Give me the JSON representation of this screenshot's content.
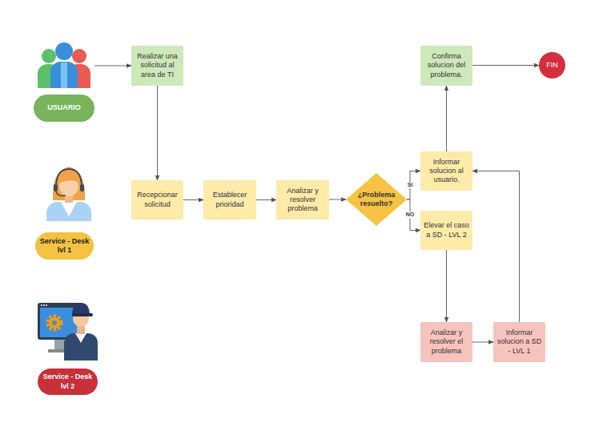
{
  "diagram": {
    "nodes": [
      {
        "text": [
          "USUARIO"
        ]
      },
      {
        "text": [
          "Realizar una solicitud al area de TI"
        ]
      },
      {
        "text": [
          "Confirma solucion del problema."
        ]
      },
      {
        "text": [
          "FIN"
        ]
      },
      {
        "text": [
          "Service - Desk lvl 1"
        ]
      },
      {
        "text": [
          "Recepcionar solicitud"
        ]
      },
      {
        "text": [
          "Establecer prioridad"
        ]
      },
      {
        "text": [
          "Analizar y resolver problema"
        ]
      },
      {
        "text": [
          "¿Problema resuelto?"
        ]
      },
      {
        "text": [
          "Informar solucion al usuario."
        ]
      },
      {
        "text": [
          "Elevar el caso a SD - LVL 2"
        ]
      },
      {
        "text": [
          "Service - Desk lvl 2"
        ]
      },
      {
        "text": [
          "Analizar y resolver el problema"
        ]
      },
      {
        "text": [
          "Informar solucion a SD - LVL 1"
        ]
      }
    ],
    "edges": [
      {
        "from": 0,
        "to": 1,
        "arrow": "to"
      },
      {
        "from": 1,
        "to": 5,
        "arrow": "to"
      },
      {
        "from": 5,
        "to": 6,
        "arrow": "to"
      },
      {
        "from": 6,
        "to": 7,
        "arrow": "to"
      },
      {
        "from": 7,
        "to": 8,
        "arrow": "to"
      },
      {
        "from": 8,
        "to": 9,
        "label": "SI",
        "arrow": "to"
      },
      {
        "from": 8,
        "to": 10,
        "label": "NO",
        "arrow": "to"
      },
      {
        "from": 9,
        "to": 2,
        "arrow": "to"
      },
      {
        "from": 2,
        "to": 3,
        "arrow": "to"
      },
      {
        "from": 10,
        "to": 12,
        "arrow": "to"
      },
      {
        "from": 12,
        "to": 13,
        "arrow": "to"
      },
      {
        "from": 13,
        "to": 9,
        "arrow": "to"
      }
    ]
  }
}
